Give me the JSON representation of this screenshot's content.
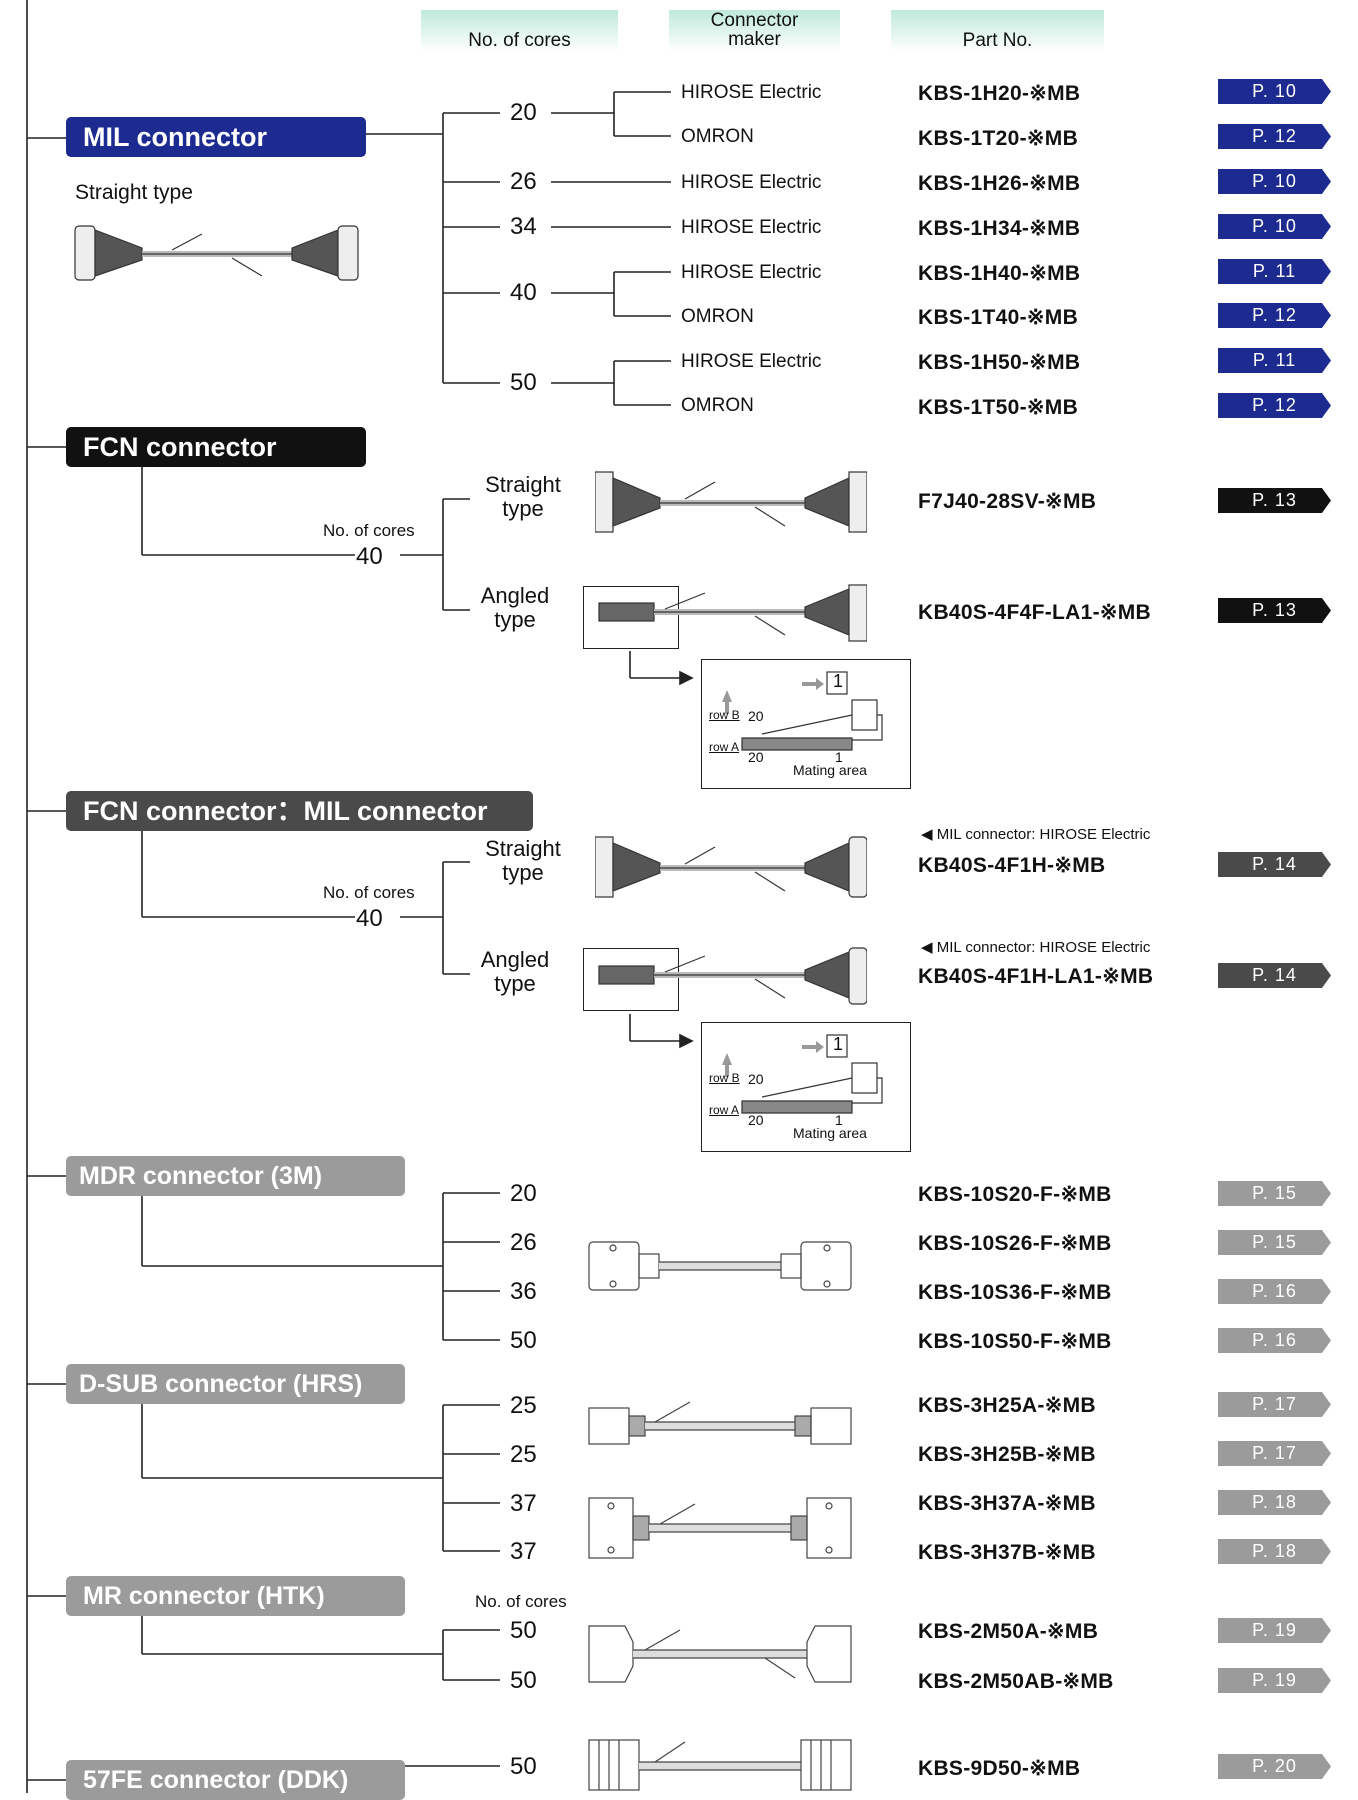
{
  "headers": {
    "cores": "No. of cores",
    "maker_line1": "Connector",
    "maker_line2": "maker",
    "part": "Part No."
  },
  "colors": {
    "mil": "#1d2a8f",
    "fcn": "#111111",
    "fcnmil": "#4a4a4a",
    "gray": "#9b9b9b",
    "header": "#bfe9dc"
  },
  "sections": {
    "mil": {
      "title": "MIL connector",
      "subtitle": "Straight type"
    },
    "fcn": {
      "title": "FCN connector",
      "cores_label": "No. of cores",
      "cores": "40",
      "straight_1": "Straight",
      "straight_2": "type",
      "angled_1": "Angled",
      "angled_2": "type"
    },
    "fcnmil": {
      "title": "FCN connector：MIL connector",
      "cores_label": "No. of cores",
      "cores": "40",
      "straight_1": "Straight",
      "straight_2": "type",
      "angled_1": "Angled",
      "angled_2": "type"
    },
    "mdr": {
      "title": "MDR connector (3M)"
    },
    "dsub": {
      "title": "D-SUB connector (HRS)"
    },
    "mr": {
      "title": "MR connector (HTK)",
      "cores_label": "No. of cores"
    },
    "fe": {
      "title": "57FE connector (DDK)"
    }
  },
  "mil_cores": [
    "20",
    "26",
    "34",
    "40",
    "50"
  ],
  "rows": [
    {
      "maker": "HIROSE Electric",
      "part": "KBS-1H20-※MB",
      "page": "P. 10"
    },
    {
      "maker": "OMRON",
      "part": "KBS-1T20-※MB",
      "page": "P. 12"
    },
    {
      "maker": "HIROSE Electric",
      "part": "KBS-1H26-※MB",
      "page": "P. 10"
    },
    {
      "maker": "HIROSE Electric",
      "part": "KBS-1H34-※MB",
      "page": "P. 10"
    },
    {
      "maker": "HIROSE Electric",
      "part": "KBS-1H40-※MB",
      "page": "P. 11"
    },
    {
      "maker": "OMRON",
      "part": "KBS-1T40-※MB",
      "page": "P. 12"
    },
    {
      "maker": "HIROSE Electric",
      "part": "KBS-1H50-※MB",
      "page": "P. 11"
    },
    {
      "maker": "OMRON",
      "part": "KBS-1T50-※MB",
      "page": "P. 12"
    },
    {
      "part": "F7J40-28SV-※MB",
      "page": "P. 13"
    },
    {
      "part": "KB40S-4F4F-LA1-※MB",
      "page": "P. 13"
    },
    {
      "note": "◀ MIL connector: HIROSE Electric",
      "part": "KB40S-4F1H-※MB",
      "page": "P. 14"
    },
    {
      "note": "◀ MIL connector: HIROSE Electric",
      "part": "KB40S-4F1H-LA1-※MB",
      "page": "P. 14"
    },
    {
      "cores": "20",
      "part": "KBS-10S20-F-※MB",
      "page": "P. 15"
    },
    {
      "cores": "26",
      "part": "KBS-10S26-F-※MB",
      "page": "P. 15"
    },
    {
      "cores": "36",
      "part": "KBS-10S36-F-※MB",
      "page": "P. 16"
    },
    {
      "cores": "50",
      "part": "KBS-10S50-F-※MB",
      "page": "P. 16"
    },
    {
      "cores": "25",
      "part": "KBS-3H25A-※MB",
      "page": "P. 17"
    },
    {
      "cores": "25",
      "part": "KBS-3H25B-※MB",
      "page": "P. 17"
    },
    {
      "cores": "37",
      "part": "KBS-3H37A-※MB",
      "page": "P. 18"
    },
    {
      "cores": "37",
      "part": "KBS-3H37B-※MB",
      "page": "P. 18"
    },
    {
      "cores": "50",
      "part": "KBS-2M50A-※MB",
      "page": "P. 19"
    },
    {
      "cores": "50",
      "part": "KBS-2M50AB-※MB",
      "page": "P. 19"
    },
    {
      "cores": "50",
      "part": "KBS-9D50-※MB",
      "page": "P. 20"
    }
  ],
  "detail": {
    "box_num": "1",
    "row_b": "row B",
    "row_a": "row A",
    "pin_20": "20",
    "pin_1": "1",
    "mating": "Mating area"
  }
}
